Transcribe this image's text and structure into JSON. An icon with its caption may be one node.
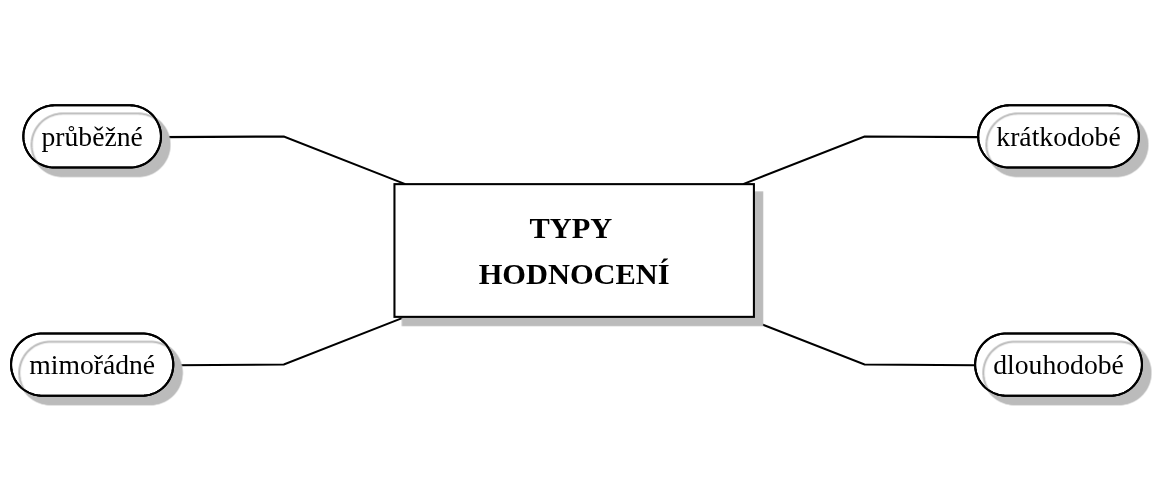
{
  "diagram": {
    "nodes": [
      {
        "text": [
          "průběžné"
        ]
      },
      {
        "text": [
          "krátkodobé"
        ]
      },
      {
        "text": [
          "TYPY HODNOCENÍ"
        ]
      },
      {
        "text": [
          "mimořádné"
        ]
      },
      {
        "text": [
          "dlouhodobé"
        ]
      }
    ],
    "edges": [
      {
        "from": 0,
        "to": 2,
        "arrow": "none"
      },
      {
        "from": 2,
        "to": 1,
        "arrow": "none"
      },
      {
        "from": 3,
        "to": 2,
        "arrow": "none"
      },
      {
        "from": 2,
        "to": 4,
        "arrow": "none"
      }
    ]
  }
}
